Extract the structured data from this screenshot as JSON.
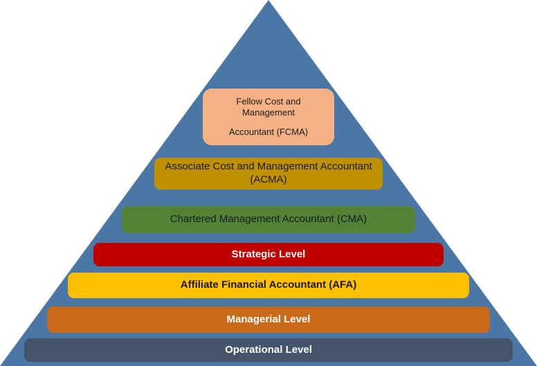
{
  "diagram": {
    "type": "pyramid",
    "pyramid_color": "#4A77A5",
    "levels": [
      {
        "name": "fcma",
        "line1": "Fellow Cost and Management",
        "line2": "Accountant (FCMA)",
        "bg": "#F4B183",
        "fg": "#1A1A1A"
      },
      {
        "name": "acma",
        "label": "Associate Cost and Management Accountant (ACMA)",
        "bg": "#BF9000",
        "fg": "#1A1A1A"
      },
      {
        "name": "cma",
        "label": "Chartered Management Accountant (CMA)",
        "bg": "#548235",
        "fg": "#1A1A1A"
      },
      {
        "name": "strategic",
        "label": "Strategic Level",
        "bg": "#C00000",
        "fg": "#FFFFFF"
      },
      {
        "name": "afa",
        "label": "Affiliate Financial Accountant (AFA)",
        "bg": "#FFC000",
        "fg": "#1A1A1A"
      },
      {
        "name": "managerial",
        "label": "Managerial Level",
        "bg": "#C96A1B",
        "fg": "#FFFFFF"
      },
      {
        "name": "operational",
        "label": "Operational Level",
        "bg": "#44546A",
        "fg": "#FFFFFF"
      }
    ]
  }
}
